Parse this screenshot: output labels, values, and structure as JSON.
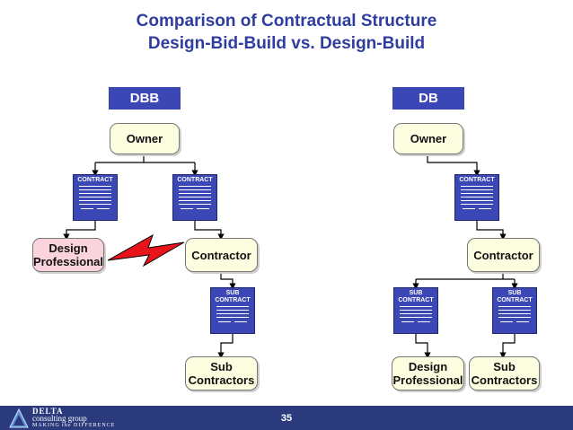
{
  "title_line1": "Comparison  of Contractual Structure",
  "title_line2": "Design-Bid-Build vs. Design-Build",
  "dbb": {
    "tag": "DBB",
    "owner": "Owner",
    "contract_left": "CONTRACT",
    "contract_right": "CONTRACT",
    "design_professional_line1": "Design",
    "design_professional_line2": "Professional",
    "contractor": "Contractor",
    "subcontract_line1": "SUB",
    "subcontract_line2": "CONTRACT",
    "sub_contractors_line1": "Sub",
    "sub_contractors_line2": "Contractors"
  },
  "db": {
    "tag": "DB",
    "owner": "Owner",
    "contract": "CONTRACT",
    "contractor": "Contractor",
    "subcontract_left_line1": "SUB",
    "subcontract_left_line2": "CONTRACT",
    "subcontract_right_line1": "SUB",
    "subcontract_right_line2": "CONTRACT",
    "design_professional_line1": "Design",
    "design_professional_line2": "Professional",
    "sub_contractors_line1": "Sub",
    "sub_contractors_line2": "Contractors"
  },
  "footer": {
    "brand_line1": "DELTA",
    "brand_line2": "consulting group",
    "brand_line3": "MAKING the DIFFERENCE",
    "page_number": "35"
  },
  "colors": {
    "title": "#2f3e9e",
    "tag_fill": "#3b47b4",
    "node_fill": "#fdfde0",
    "design_professional_fill": "#fbd3dc",
    "lightning": "#e8141c",
    "footer": "#2a3a7c"
  }
}
